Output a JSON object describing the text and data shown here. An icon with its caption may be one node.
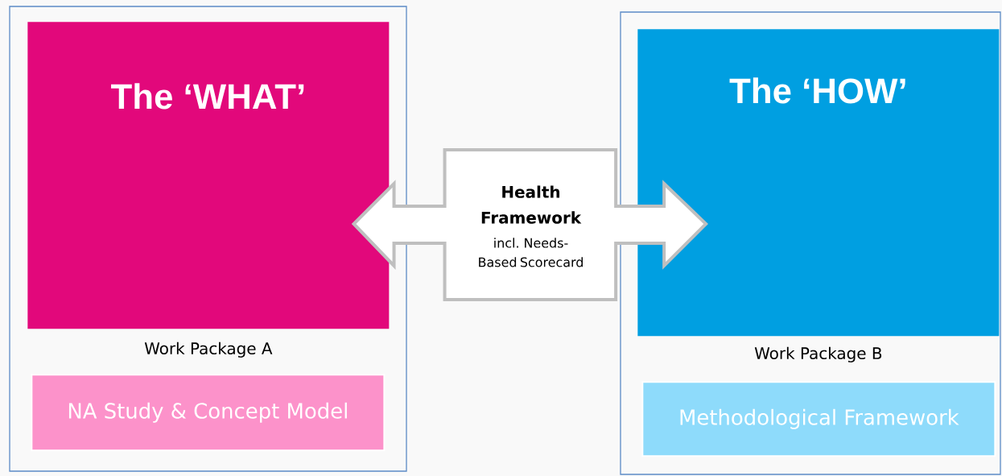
{
  "diagram": {
    "nodes": [
      {
        "text": [],
        "shape": "box"
      },
      {
        "text": [
          "The ‘WHAT’"
        ],
        "beside": [
          "Work Package A"
        ],
        "in": 0
      },
      {
        "text": [
          "NA Study & Concept Model"
        ],
        "in": 0
      },
      {
        "text": [
          "Health Framework",
          "incl. Needs-Based Scorecard"
        ]
      },
      {
        "text": [],
        "shape": "box"
      },
      {
        "text": [
          "The ‘HOW’"
        ],
        "beside": [
          "Work Package B"
        ],
        "in": 4
      },
      {
        "text": [
          "Methodological Framework"
        ],
        "in": 4
      }
    ],
    "edges": [
      {
        "from": 1,
        "to": 5,
        "arrow": "both"
      }
    ]
  }
}
